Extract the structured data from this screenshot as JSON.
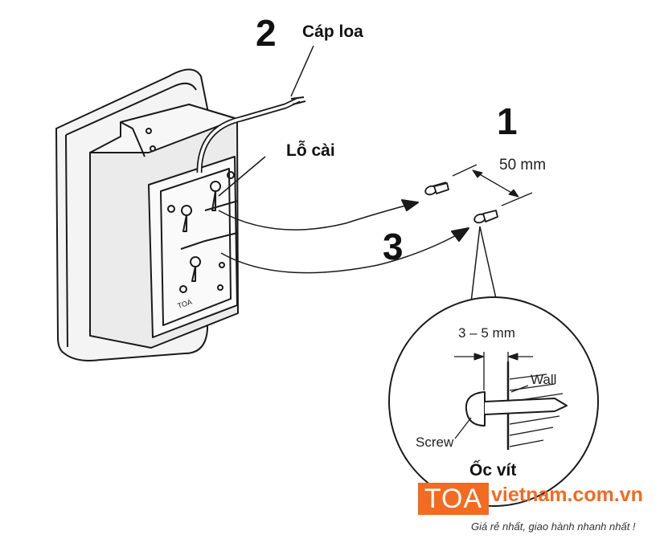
{
  "steps": {
    "step1": "1",
    "step2": "2",
    "step3": "3"
  },
  "labels": {
    "cable": "Cáp loa",
    "keyhole": "Lỗ cài",
    "screw_spacing": "50 mm",
    "screw_protrusion": "3 – 5 mm",
    "wall": "Wall",
    "screw": "Screw",
    "screw_vi": "Ốc vít",
    "device_brand": "TOA"
  },
  "logo": {
    "brand": "TOA",
    "site": "vietnam.com.vn",
    "slogan": "Giá rẻ nhất, giao hành nhanh nhất !",
    "color": "#f26b21"
  }
}
